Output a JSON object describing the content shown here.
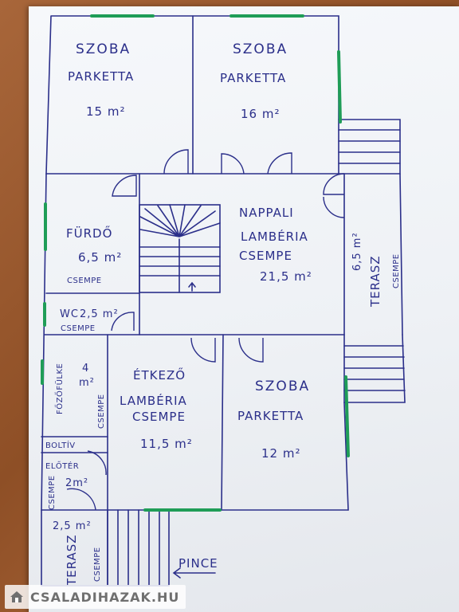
{
  "rooms": {
    "szoba1": {
      "name": "SZOBA",
      "floor": "PARKETTA",
      "area": "15 m²"
    },
    "szoba2": {
      "name": "SZOBA",
      "floor": "PARKETTA",
      "area": "16 m²"
    },
    "furdo": {
      "name": "FÜRDŐ",
      "area": "6,5 m²",
      "floor": "CSEMPE"
    },
    "wc": {
      "name": "WC",
      "area": "2,5 m²",
      "floor": "CSEMPE"
    },
    "nappali": {
      "name": "NAPPALI",
      "floor1": "LAMBÉRIA",
      "floor2": "CSEMPE",
      "area": "21,5 m²"
    },
    "terasz_right": {
      "area": "6,5 m²",
      "name": "TERASZ",
      "floor": "CSEMPE"
    },
    "fozofulke": {
      "name": "FŐZŐFÜLKE",
      "area1": "4",
      "area2": "m²",
      "floor": "CSEMPE"
    },
    "etkezo": {
      "name": "ÉTKEZŐ",
      "floor1": "LAMBÉRIA",
      "floor2": "CSEMPE",
      "area": "11,5 m²"
    },
    "szoba3": {
      "name": "SZOBA",
      "floor": "PARKETTA",
      "area": "12 m²"
    },
    "boltiv": {
      "name": "BOLTÍV"
    },
    "eloter": {
      "name": "ELŐTÉR",
      "area": "2m²",
      "floor": "CSEMPE"
    },
    "terasz_left": {
      "area": "2,5 m²",
      "name": "TERASZ",
      "floor": "CSEMPE"
    },
    "pince": {
      "name": "PINCE"
    }
  },
  "watermark": {
    "text": "CSALADIHAZAK.HU",
    "icon": "house-icon"
  },
  "colors": {
    "ink": "#2b2f8a",
    "window": "#1f9d57",
    "paper": "#f2f4f7",
    "table": "#9a5a2e"
  }
}
